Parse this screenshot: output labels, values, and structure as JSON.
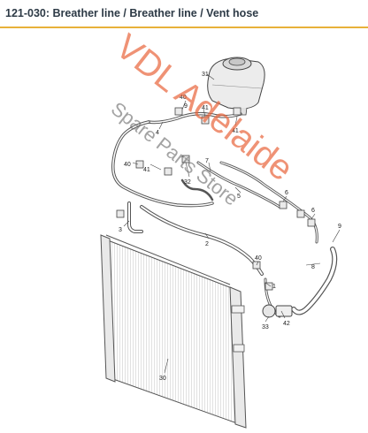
{
  "header": {
    "title": "121-030: Breather line / Breather line / Vent hose",
    "accent_color": "#e8b13a"
  },
  "watermark": {
    "brand": "VDL Adelaide",
    "tagline": "Spare Parts Store",
    "color": "#e8643a"
  },
  "parts": {
    "expansion_tank": "31",
    "breather_line_top": "9",
    "breather_line_main": "2",
    "vent_hose_left": "3",
    "vent_hose": "4",
    "vent_hose_right": "5",
    "hose_6": "6",
    "coolant_hose": "8",
    "radiator": "30",
    "bracket": "32",
    "thermostat": "33",
    "clip_40": "40",
    "clip_41": "41",
    "clip_42": "42",
    "line_1": "1",
    "label_7": "7",
    "label_6b": "6",
    "label_9b": "9"
  }
}
